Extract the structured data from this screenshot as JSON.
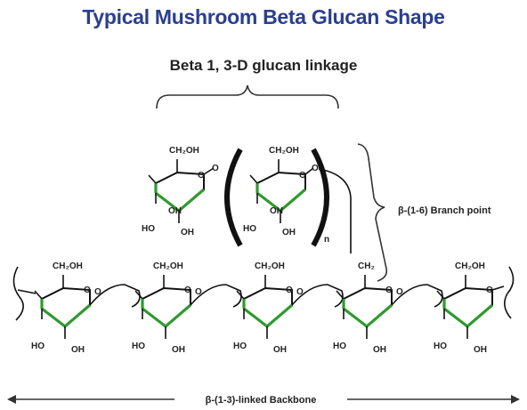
{
  "title": "Typical Mushroom Beta Glucan Shape",
  "subtitle": "Beta 1, 3-D glucan linkage",
  "labels": {
    "ch2oh": "CH₂OH",
    "ch2": "CH₂",
    "ho": "HO",
    "oh": "OH",
    "o": "O",
    "n": "n"
  },
  "branch_label": "β-(1-6) Branch point",
  "backbone_label": "β-(1-3)-linked Backbone",
  "colors": {
    "title": "#2a3f8f",
    "bond": "#111111",
    "green_bond": "#2f9a2f"
  }
}
